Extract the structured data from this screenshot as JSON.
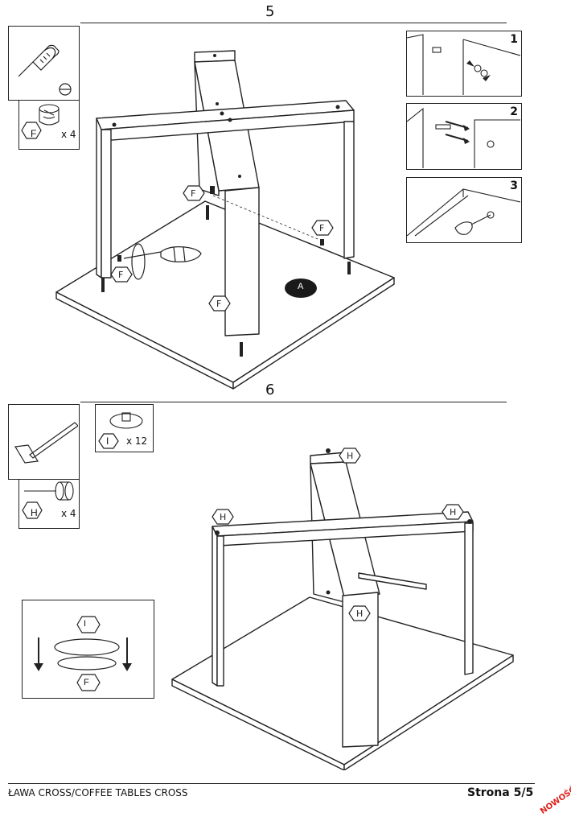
{
  "step5": {
    "number": "5",
    "tool_qty": "x 4",
    "part_label": "F",
    "callout_a": "A",
    "subs": [
      "1",
      "2",
      "3"
    ]
  },
  "step6": {
    "number": "6",
    "part_i_label": "I",
    "part_i_qty": "x 12",
    "part_h_label": "H",
    "part_h_qty": "x 4",
    "detail_top_label": "I",
    "detail_bottom_label": "F"
  },
  "footer": {
    "title": "ŁAWA CROSS/COFFEE TABLES CROSS",
    "page": "Strona 5/5",
    "badge": "NOWOŚĆ"
  }
}
